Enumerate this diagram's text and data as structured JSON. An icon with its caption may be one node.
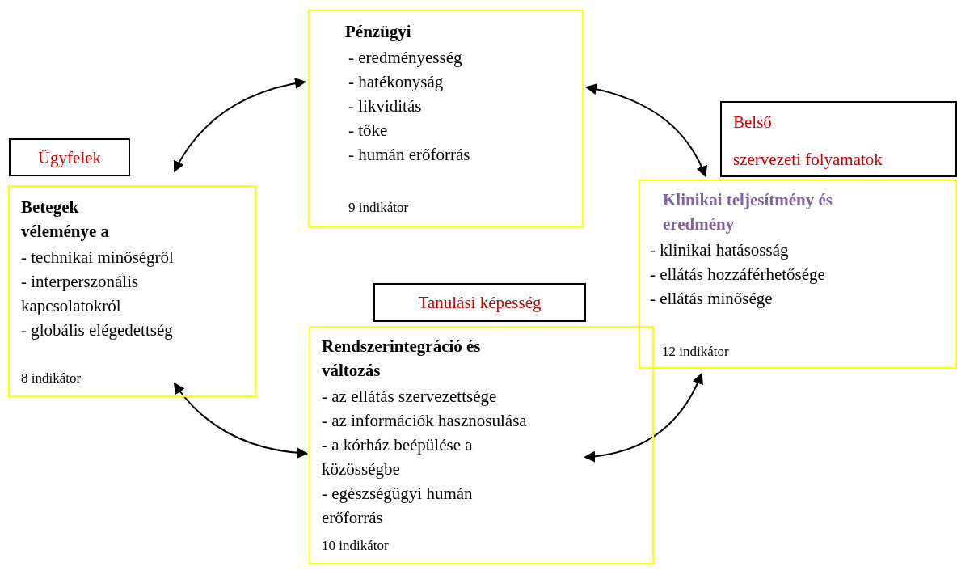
{
  "diagram": {
    "nodes": [
      {
        "text": [
          "Pénzügyi",
          "- eredményesség",
          "- hatékonyság",
          "- likviditás",
          "- tőke",
          "- humán erőforrás",
          "9 indikátor"
        ]
      },
      {
        "text": [
          "Ügyfelek"
        ]
      },
      {
        "text": [
          "Betegek véleménye a",
          "- technikai minőségről",
          "- interperszonális kapcsolatokról",
          "- globális elégedettség",
          "8 indikátor"
        ]
      },
      {
        "text": [
          "Belső",
          "szervezeti folyamatok"
        ]
      },
      {
        "text": [
          "Klinikai teljesítmény és eredmény",
          "- klinikai hatásosság",
          "- ellátás hozzáférhetősége",
          "- ellátás minősége",
          "12 indikátor"
        ]
      },
      {
        "text": [
          "Tanulási képesség"
        ]
      },
      {
        "text": [
          "Rendszerintegráció és változás",
          "- az ellátás szervezettsége",
          "- az információk hasznosulása",
          "- a kórház beépülése a közösségbe",
          "- egészségügyi humán erőforrás",
          "10 indikátor"
        ]
      }
    ],
    "edges": [
      {
        "from": 2,
        "to": 0,
        "arrow": "both"
      },
      {
        "from": 0,
        "to": 4,
        "arrow": "both"
      },
      {
        "from": 2,
        "to": 6,
        "arrow": "both"
      },
      {
        "from": 6,
        "to": 4,
        "arrow": "both"
      }
    ]
  }
}
